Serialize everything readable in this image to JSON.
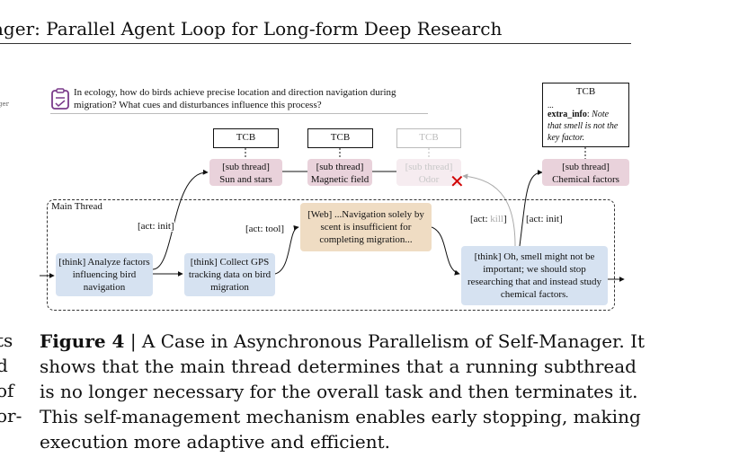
{
  "header": {
    "title": "ager: Parallel Agent Loop for Long-form Deep Research"
  },
  "left_column_fragments": {
    "small": [
      "ger",
      "."
    ],
    "lines": [
      "ts",
      "d",
      "of",
      "or-"
    ]
  },
  "figure": {
    "question": "In ecology, how do birds achieve precise location and direction navigation during migration? What cues and disturbances influence this process?",
    "tcb_label": "TCB",
    "tcb_detail": {
      "title": "TCB",
      "dots": "...",
      "extra_info_key": "extra_info",
      "extra_info_value": "Note that smell is not the key factor."
    },
    "subthreads": [
      {
        "line1": "[sub thread]",
        "line2": "Sun and stars"
      },
      {
        "line1": "[sub thread]",
        "line2": "Magnetic field"
      },
      {
        "line1": "[sub thread]",
        "line2": "Odor"
      },
      {
        "line1": "[sub thread]",
        "line2": "Chemical factors"
      }
    ],
    "main_thread_label": "Main Thread",
    "steps": {
      "think1": "[think] Analyze factors influencing bird navigation",
      "think2": "[think] Collect GPS tracking data on bird migration",
      "web": "[Web] ...Navigation solely by scent is insufficient for completing migration...",
      "think3": "[think] Oh, smell might not be important; we should stop researching that and instead study chemical factors."
    },
    "actions": {
      "init": "[act: init]",
      "tool": "[act: tool]",
      "kill_prefix": "[act: ",
      "kill_word": "kill",
      "kill_suffix": "]",
      "init2": "[act: init]"
    },
    "kill_mark": "✕"
  },
  "caption": {
    "label": "Figure 4",
    "separator": " | ",
    "line1": "A Case in Asynchronous Parallelism of Self-Manager. It",
    "line2": "shows that the main thread determines that a running subthread",
    "line3": "is no longer necessary for the overall task and then terminates it.",
    "line4": "This self-management mechanism enables early stopping, making",
    "line5": "execution more adaptive and efficient."
  },
  "colors": {
    "subthread": "#e9d2db",
    "think": "#d6e2f1",
    "web": "#efdcc3",
    "kill": "#d10000",
    "icon": "#7a3a8a"
  }
}
